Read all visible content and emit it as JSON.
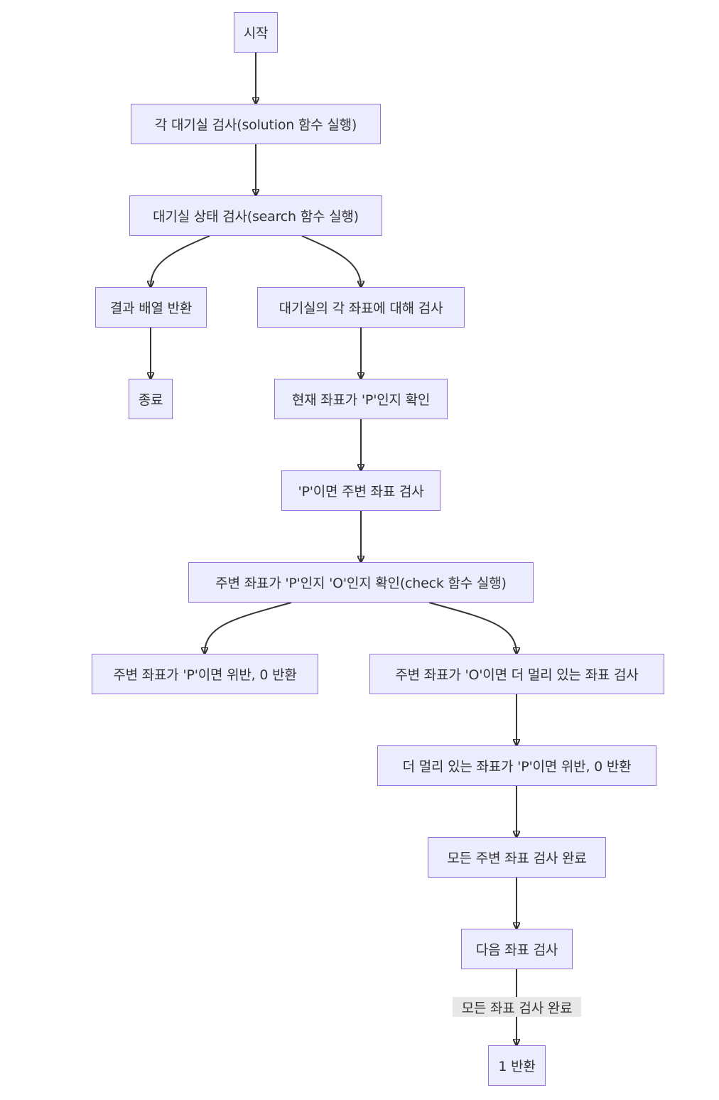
{
  "diagram": {
    "nodes": {
      "start": "시작",
      "check_rooms": "각 대기실 검사(solution 함수 실행)",
      "search_room": "대기실 상태 검사(search 함수 실행)",
      "return_result": "결과 배열 반환",
      "end": "종료",
      "each_coord": "대기실의 각 좌표에 대해 검사",
      "is_p": "현재 좌표가 'P'인지 확인",
      "if_p_search": "'P'이면 주변 좌표 검사",
      "check_neighbors": "주변 좌표가 'P'인지 'O'인지 확인(check 함수 실행)",
      "neighbor_p_violation": "주변 좌표가 'P'이면 위반, 0 반환",
      "neighbor_o_search": "주변 좌표가 'O'이면 더 멀리 있는 좌표 검사",
      "far_p_violation": "더 멀리 있는 좌표가 'P'이면 위반, 0 반환",
      "all_neighbors_done": "모든 주변 좌표 검사 완료",
      "next_coord": "다음 좌표 검사",
      "return_one": "1 반환"
    },
    "edge_labels": {
      "all_coords_done": "모든 좌표 검사 완료"
    },
    "colors": {
      "node_fill": "#ececff",
      "node_border": "#9370db",
      "edge": "#333333",
      "edge_label_bg": "#e8e8e8",
      "text": "#333333"
    }
  }
}
